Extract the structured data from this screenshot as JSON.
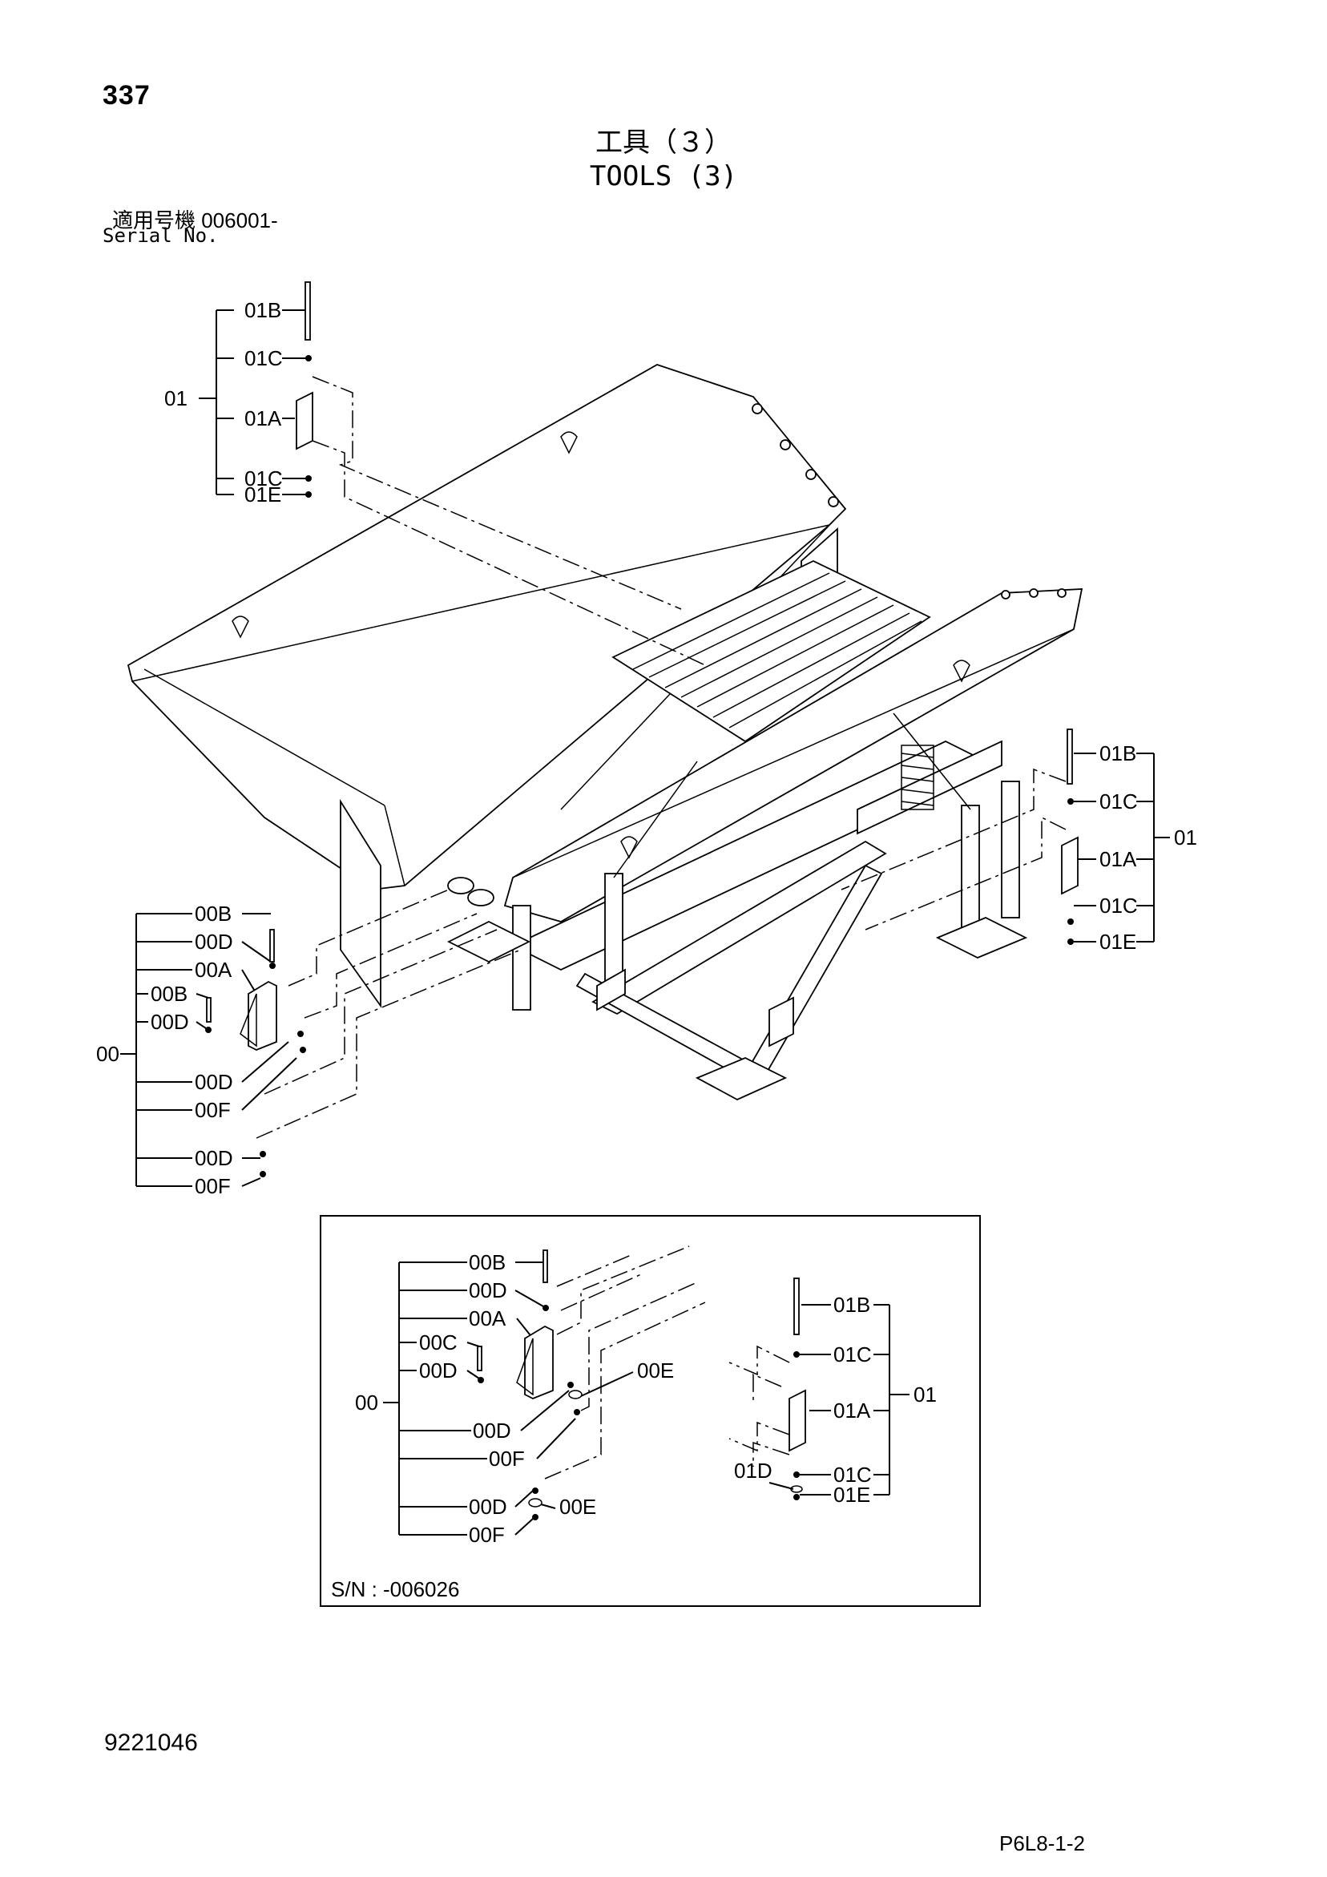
{
  "header": {
    "page_number": "337",
    "title_jp": "工具（３）",
    "title_en": "TOOLS (3)",
    "serial_label_jp": "適用号機  006001-",
    "serial_label_en": "Serial No."
  },
  "footer": {
    "doc_code": "9221046",
    "page_code": "P6L8-1-2"
  },
  "main_callouts": {
    "group01_top": {
      "group": "01",
      "items": [
        "01B",
        "01C",
        "01A",
        "01C",
        "01E"
      ]
    },
    "group01_right": {
      "group": "01",
      "items": [
        "01B",
        "01C",
        "01A",
        "01C",
        "01E"
      ]
    },
    "group00_left": {
      "group": "00",
      "items": [
        "00B",
        "00D",
        "00A",
        "00B",
        "00D",
        "00D",
        "00F",
        "00D",
        "00F"
      ]
    }
  },
  "inset": {
    "serial_range": "S/N : -006026",
    "group00": {
      "group": "00",
      "items": [
        "00B",
        "00D",
        "00A",
        "00C",
        "00D",
        "00D",
        "00F",
        "00D",
        "00F"
      ],
      "extra": [
        "00E",
        "00E"
      ]
    },
    "group01": {
      "group": "01",
      "items": [
        "01B",
        "01C",
        "01A",
        "01C",
        "01E"
      ],
      "extra": [
        "01D"
      ]
    }
  }
}
